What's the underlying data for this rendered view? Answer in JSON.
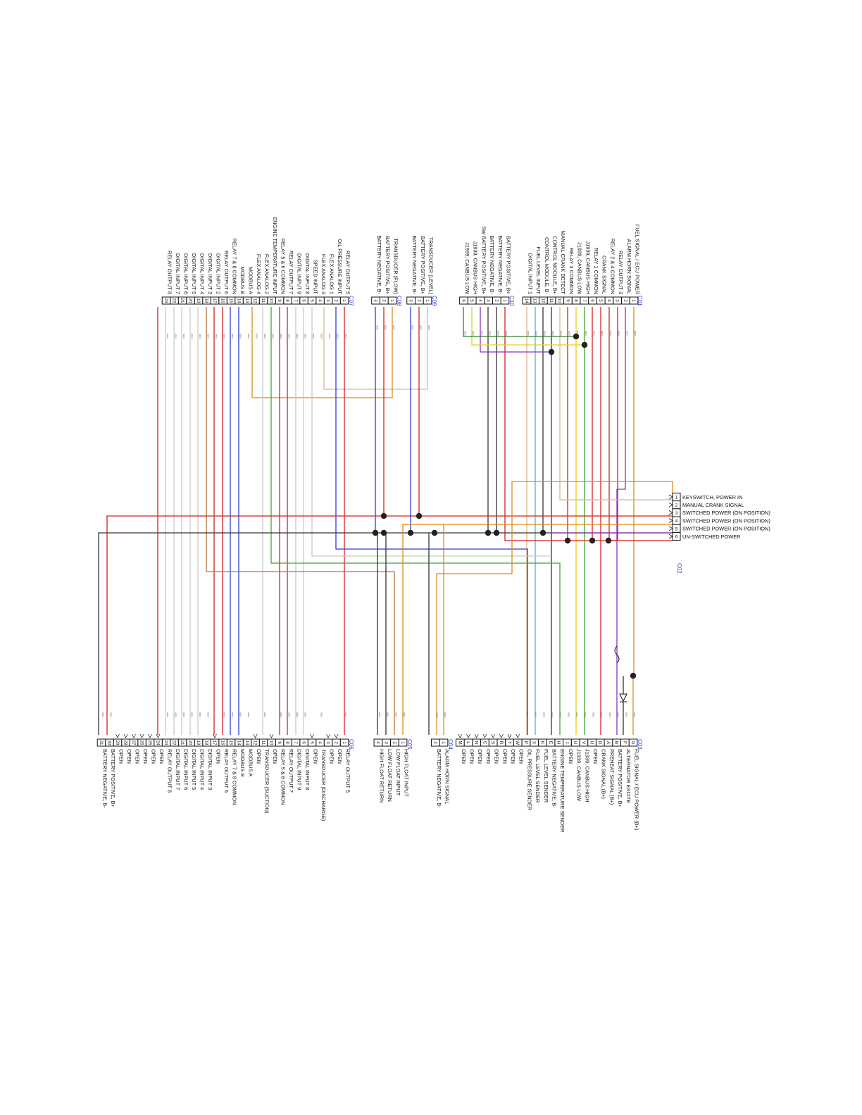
{
  "connectors": [
    {
      "id": "C01",
      "side": "top",
      "pins": [
        {
          "n": "1",
          "label": "FUEL SIGNAL / ECU POWER",
          "tag": "0000"
        },
        {
          "n": "2",
          "label": "ALARM HORN SIGNAL",
          "tag": "0000"
        },
        {
          "n": "3",
          "label": "RELAY OUTPUT 3",
          "tag": "0000"
        },
        {
          "n": "4",
          "label": "RELAY 2 & 4 COMMON",
          "tag": "0000"
        },
        {
          "n": "5",
          "label": "CRANK SIGNAL",
          "tag": "0000"
        },
        {
          "n": "6",
          "label": "RELAY 1 COMMON",
          "tag": "0000"
        },
        {
          "n": "7",
          "label": "J1939, CANBUS HIGH",
          "tag": "0000"
        },
        {
          "n": "8",
          "label": "J1939, CANBUS LOW",
          "tag": "0000"
        },
        {
          "n": "9",
          "label": "RELAY 3 COMMON",
          "tag": "0000"
        },
        {
          "n": "10",
          "label": "MANUAL CRANK DETECT",
          "tag": "0000"
        },
        {
          "n": "11",
          "label": "CONTROL MODULE, B+",
          "tag": "0000"
        },
        {
          "n": "12",
          "label": "CONTROL MODULE, B-",
          "tag": "0000"
        },
        {
          "n": "13",
          "label": "FUEL LEVEL INPUT",
          "tag": "0000"
        },
        {
          "n": "14",
          "label": "DIGITAL INPUT 1",
          "tag": "0000"
        }
      ]
    },
    {
      "id": "C10",
      "side": "top",
      "pins": [
        {
          "n": "1",
          "label": "BATTERY POSITIVE, B+",
          "tag": "0000"
        },
        {
          "n": "2",
          "label": "BATTERY NEGATIVE, B-",
          "tag": "0000"
        },
        {
          "n": "3",
          "label": "BATTERY NEGATIVE, B-",
          "tag": "0000"
        },
        {
          "n": "4",
          "label": "SW BATTERY POSITIVE, B+",
          "tag": "0000"
        },
        {
          "n": "5",
          "label": "J1939, CANBUS HIGH",
          "tag": "0000"
        },
        {
          "n": "6",
          "label": "J1939, CANBUS LOW",
          "tag": "0000"
        }
      ]
    },
    {
      "id": "C09",
      "side": "top",
      "pins": [
        {
          "n": "1",
          "label": "TRANSDUCER (LEVEL)",
          "tag": "0000"
        },
        {
          "n": "2",
          "label": "BATTERY POSITIVE, B+",
          "tag": "0000"
        },
        {
          "n": "3",
          "label": "BATTERY NEGATIVE, B-",
          "tag": "0000"
        }
      ]
    },
    {
      "id": "C08",
      "side": "top",
      "pins": [
        {
          "n": "1",
          "label": "TRANSDUCER (FLOW)",
          "tag": "0000"
        },
        {
          "n": "2",
          "label": "BATTERY POSITIVE, B+",
          "tag": "0000"
        },
        {
          "n": "3",
          "label": "BATTERY NEGATIVE, B-",
          "tag": "0000"
        }
      ]
    },
    {
      "id": "C07",
      "side": "top",
      "pins": [
        {
          "n": "1",
          "label": "RELAY OUTPUT 5",
          "tag": "0000"
        },
        {
          "n": "2",
          "label": "OIL PRESSURE INPUT",
          "tag": "0000"
        },
        {
          "n": "3",
          "label": "FLEX ANALOG 1",
          "tag": "0000"
        },
        {
          "n": "4",
          "label": "FLEX ANALOG 3",
          "tag": "0000"
        },
        {
          "n": "5",
          "label": "SPEED INPUT",
          "tag": "0000"
        },
        {
          "n": "6",
          "label": "DIGITAL INPUT 8",
          "tag": "0000"
        },
        {
          "n": "7",
          "label": "DIGITAL INPUT 9",
          "tag": "0000"
        },
        {
          "n": "8",
          "label": "RELAY OUTPUT 7",
          "tag": "0000"
        },
        {
          "n": "9",
          "label": "RELAY 5 & 6 COMMON",
          "tag": "0000"
        },
        {
          "n": "10",
          "label": "ENGINE TEMPERATURE INPUT",
          "tag": "0000"
        },
        {
          "n": "11",
          "label": "FLEX ANALOG 2",
          "tag": "0000"
        },
        {
          "n": "12",
          "label": "FLEX ANALOG 4",
          "tag": "0000"
        },
        {
          "n": "13",
          "label": "MODBUS A",
          "tag": "0000"
        },
        {
          "n": "14",
          "label": "MODBUS B",
          "tag": "0000"
        },
        {
          "n": "15",
          "label": "RELAY 7 & 8 COMMON",
          "tag": "0000"
        },
        {
          "n": "16",
          "label": "RELAY OUTPUT 6",
          "tag": "0000"
        },
        {
          "n": "17",
          "label": "DIGITAL INPUT 2",
          "tag": "0000"
        },
        {
          "n": "18",
          "label": "DIGITAL INPUT 3",
          "tag": "0000"
        },
        {
          "n": "19",
          "label": "DIGITAL INPUT 4",
          "tag": "0000"
        },
        {
          "n": "20",
          "label": "DIGITAL INPUT 5",
          "tag": "0000"
        },
        {
          "n": "21",
          "label": "DIGITAL INPUT 6",
          "tag": "0000"
        },
        {
          "n": "22",
          "label": "DIGITAL INPUT 7",
          "tag": "0000"
        },
        {
          "n": "23",
          "label": "RELAY OUTPUT 8",
          "tag": "0000"
        }
      ]
    },
    {
      "id": "C03",
      "side": "bottom",
      "pins": [
        {
          "n": "G",
          "label": "FUEL SIGNAL / ECU POWER (B+)",
          "tag": "0000"
        },
        {
          "n": "F",
          "label": "ALTERNATOR EXCITE",
          "tag": "0000"
        },
        {
          "n": "B",
          "label": "BATTERY POSITIVE, B+",
          "tag": "0000"
        },
        {
          "n": "A",
          "label": "PREHEAT SIGNAL (B+)",
          "tag": "0000"
        },
        {
          "n": "D",
          "label": "CRANK SIGNAL (B+)",
          "tag": "0000"
        },
        {
          "n": "U",
          "label": "OPEN",
          "tag": "0000"
        },
        {
          "n": "V",
          "label": "J1939, CANBUS HIGH",
          "tag": "0000"
        },
        {
          "n": "U",
          "label": "J1939, CANBUS LOW",
          "tag": "0000"
        },
        {
          "n": "J",
          "label": "OPEN",
          "tag": "0000"
        },
        {
          "n": "H",
          "label": "ENGINE TEMPERATURE SENDER",
          "tag": "0000"
        },
        {
          "n": "E",
          "label": "BATTERY NEGATIVE, B-",
          "tag": "0000"
        },
        {
          "n": "K",
          "label": "FUEL LEVEL SENDER",
          "tag": "0000"
        },
        {
          "n": "X",
          "label": "FUEL LEVEL SENDER",
          "tag": "0000"
        },
        {
          "n": "P",
          "label": "OIL PRESSURE SENDER",
          "tag": "0000"
        },
        {
          "n": "W",
          "label": "OPEN",
          "tag": ""
        },
        {
          "n": "T",
          "label": "OPEN",
          "tag": ""
        },
        {
          "n": "R",
          "label": "OPEN",
          "tag": ""
        },
        {
          "n": "S",
          "label": "OPEN",
          "tag": ""
        },
        {
          "n": "C",
          "label": "OPEN",
          "tag": ""
        },
        {
          "n": "N",
          "label": "OPEN",
          "tag": ""
        },
        {
          "n": "L",
          "label": "OPEN",
          "tag": ""
        },
        {
          "n": "M",
          "label": "OPEN",
          "tag": ""
        }
      ]
    },
    {
      "id": "C04",
      "side": "bottom",
      "pins": [
        {
          "n": "1",
          "label": "ALARM HORN SIGNAL",
          "tag": "0000"
        },
        {
          "n": "2",
          "label": "BATTERY NEGATIVE, B-",
          "tag": "0000"
        }
      ]
    },
    {
      "id": "C05",
      "side": "bottom",
      "pins": [
        {
          "n": "1",
          "label": "HIGH FLOAT INPUT",
          "tag": "0000"
        },
        {
          "n": "2",
          "label": "LOW FLOAT INPUT",
          "tag": "0000"
        },
        {
          "n": "3",
          "label": "LOW FLOAT RETURN",
          "tag": "0000"
        },
        {
          "n": "4",
          "label": "HIGH FLOAT RETURN",
          "tag": "0000"
        }
      ]
    },
    {
      "id": "C06",
      "side": "bottom",
      "pins": [
        {
          "n": "1",
          "label": "RELAY OUTPUT 5",
          "tag": "0000"
        },
        {
          "n": "2",
          "label": "OPEN",
          "tag": ""
        },
        {
          "n": "3",
          "label": "OPEN",
          "tag": ""
        },
        {
          "n": "4",
          "label": "TRANSDUCER (DISCHARGE)",
          "tag": "0000"
        },
        {
          "n": "5",
          "label": "OPEN",
          "tag": ""
        },
        {
          "n": "6",
          "label": "DIGITAL INPUT 8",
          "tag": "0000"
        },
        {
          "n": "7",
          "label": "DIGITAL INPUT 9",
          "tag": "0000"
        },
        {
          "n": "8",
          "label": "RELAY OUTPUT 7",
          "tag": "0000"
        },
        {
          "n": "9",
          "label": "RELAY 5 & 6 COMMON",
          "tag": "0000"
        },
        {
          "n": "10",
          "label": "OPEN",
          "tag": ""
        },
        {
          "n": "11",
          "label": "TRANSDUCER (SUCTION)",
          "tag": "0000"
        },
        {
          "n": "12",
          "label": "OPEN",
          "tag": ""
        },
        {
          "n": "13",
          "label": "MODBUS A",
          "tag": "0000"
        },
        {
          "n": "14",
          "label": "MODBUS B",
          "tag": "0000"
        },
        {
          "n": "15",
          "label": "RELAY 7 & 8 COMMON",
          "tag": "0000"
        },
        {
          "n": "16",
          "label": "RELAY OUTPUT 6",
          "tag": "0000"
        },
        {
          "n": "17",
          "label": "OPEN",
          "tag": ""
        },
        {
          "n": "18",
          "label": "DIGITAL INPUT 3",
          "tag": "0000"
        },
        {
          "n": "19",
          "label": "DIGITAL INPUT 4",
          "tag": "0000"
        },
        {
          "n": "20",
          "label": "DIGITAL INPUT 5",
          "tag": "0000"
        },
        {
          "n": "21",
          "label": "DIGITAL INPUT 6",
          "tag": "0000"
        },
        {
          "n": "22",
          "label": "DIGITAL INPUT 7",
          "tag": "0000"
        },
        {
          "n": "23",
          "label": "RELAY OUTPUT 8",
          "tag": "0000"
        },
        {
          "n": "24",
          "label": "OPEN",
          "tag": ""
        },
        {
          "n": "25",
          "label": "OPEN",
          "tag": ""
        },
        {
          "n": "26",
          "label": "OPEN",
          "tag": ""
        },
        {
          "n": "27",
          "label": "OPEN",
          "tag": ""
        },
        {
          "n": "28",
          "label": "OPEN",
          "tag": ""
        },
        {
          "n": "29",
          "label": "OPEN",
          "tag": ""
        },
        {
          "n": "30",
          "label": "BATTERY POSITIVE, B+",
          "tag": "0000"
        },
        {
          "n": "31",
          "label": "BATTERY NEGATIVE, B-",
          "tag": "0000"
        }
      ]
    },
    {
      "id": "C02",
      "side": "right",
      "pins": [
        {
          "n": "1",
          "label": "KEYSWITCH, POWER IN"
        },
        {
          "n": "2",
          "label": "MANUAL CRANK SIGNAL"
        },
        {
          "n": "3",
          "label": "SWITCHED POWER (ON POSITION)"
        },
        {
          "n": "4",
          "label": "SWITCHED POWER (ON POSITION)"
        },
        {
          "n": "5",
          "label": "SWITCHED POWER (ON POSITION)"
        },
        {
          "n": "6",
          "label": "UN-SWITCHED POWER"
        }
      ]
    }
  ],
  "wire_colors": {
    "red": "#d42020",
    "black": "#333333",
    "orange": "#d98a1e",
    "purple": "#8a2fc7",
    "brown": "#b87333",
    "green": "#3aa832",
    "yellow": "#e0d21a",
    "cyan": "#22c8d8",
    "blue": "#2a3bd6",
    "tan": "#d8b78c",
    "grey": "#c9c9c9",
    "darkgreen": "#2f7d2a"
  }
}
